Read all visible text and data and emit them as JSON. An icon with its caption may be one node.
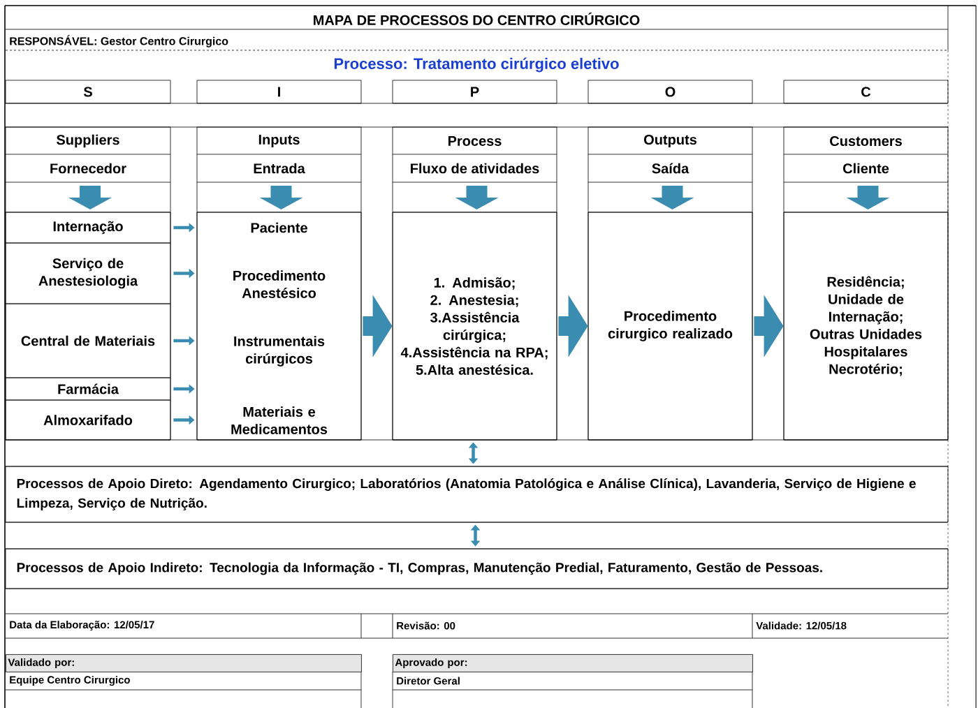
{
  "diagram": {
    "title": "MAPA DE PROCESSOS DO CENTRO CIRÚRGICO",
    "nodes": [
      {
        "text": [
          "S"
        ]
      },
      {
        "text": [
          "I"
        ]
      },
      {
        "text": [
          "P"
        ]
      },
      {
        "text": [
          "O"
        ]
      },
      {
        "text": [
          "C"
        ]
      },
      {
        "text": [
          "Internação"
        ]
      },
      {
        "text": [
          "Serviço de Anestesiologia"
        ]
      },
      {
        "text": [
          "Central de Materiais"
        ]
      },
      {
        "text": [
          "Farmácia"
        ]
      },
      {
        "text": [
          "Almoxarifado"
        ]
      },
      {
        "text": [
          "Paciente",
          "Procedimento Anestésico",
          "Instrumentais cirúrgicos",
          "Materiais e Medicamentos"
        ]
      },
      {
        "text": [
          "1. Admisão;",
          "2. Anestesia;",
          "3.Assistência cirúrgica;",
          "4.Assistência na RPA;",
          "5.Alta anestésica."
        ]
      },
      {
        "text": [
          "Procedimento cirurgico realizado"
        ]
      },
      {
        "text": [
          "Residência;",
          "Unidade de Internação;",
          "Outras Unidades Hospitalares",
          "Necrotério;"
        ]
      },
      {
        "text": [
          "Processos de Apoio Direto: Agendamento Cirurgico; Laboratórios (Anatomia Patológica e Análise Clínica), Lavanderia, Serviço de Higiene e Limpeza, Serviço de Nutrição."
        ]
      },
      {
        "text": [
          "Processos de Apoio Indireto: Tecnologia da Informação - TI, Compras, Manutenção Predial, Faturamento, Gestão de Pessoas."
        ]
      }
    ],
    "edges": [
      {
        "from": 5,
        "to": 10,
        "arrow": "to"
      },
      {
        "from": 6,
        "to": 10,
        "arrow": "to"
      },
      {
        "from": 7,
        "to": 10,
        "arrow": "to"
      },
      {
        "from": 8,
        "to": 10,
        "arrow": "to"
      },
      {
        "from": 9,
        "to": 10,
        "arrow": "to"
      },
      {
        "from": 10,
        "to": 11,
        "arrow": "to",
        "style": "thick"
      },
      {
        "from": 11,
        "to": 12,
        "arrow": "to",
        "style": "thick"
      },
      {
        "from": 12,
        "to": 13,
        "arrow": "to",
        "style": "thick"
      },
      {
        "from": 11,
        "to": 14,
        "arrow": "both"
      },
      {
        "from": 14,
        "to": 15,
        "arrow": "both"
      }
    ],
    "labels": [
      "RESPONSÁVEL: Gestor Centro Cirurgico",
      "Processo: Tratamento cirúrgico eletivo",
      "Suppliers",
      "Inputs",
      "Process",
      "Outputs",
      "Customers",
      "Fornecedor",
      "Entrada",
      "Fluxo de atividades",
      "Saída",
      "Cliente",
      "Data da Elaboração: 12/05/17",
      "Revisão: 00",
      "Validade: 12/05/18",
      "Validado por:",
      "Aprovado por:",
      "Equipe Centro Cirurgico",
      "Diretor Geral"
    ]
  }
}
